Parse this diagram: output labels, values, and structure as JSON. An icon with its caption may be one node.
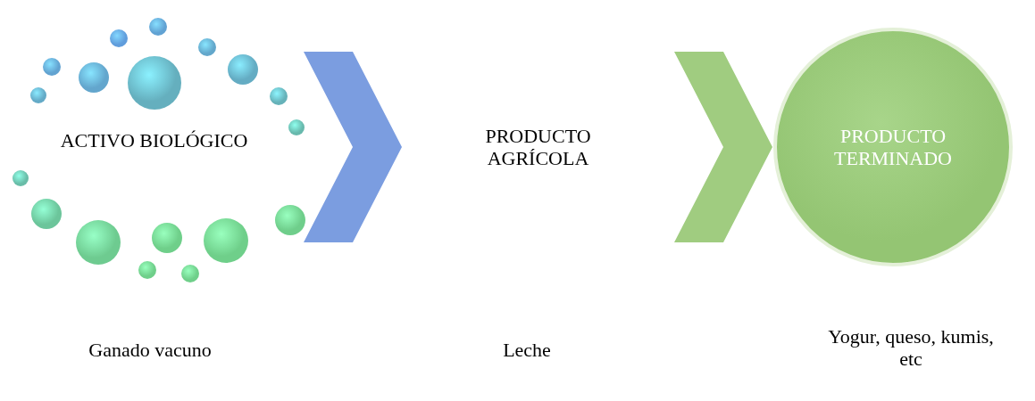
{
  "diagram": {
    "nodes": [
      {
        "text": [
          "ACTIVO BIOLÓGICO"
        ]
      },
      {
        "text": [
          "PRODUCTO AGRÍCOLA"
        ]
      },
      {
        "text": [
          "PRODUCTO TERMINADO"
        ]
      }
    ],
    "edges": [
      {
        "from": 0,
        "to": 1,
        "arrow": "to",
        "color": "#7b9de0"
      },
      {
        "from": 1,
        "to": 2,
        "arrow": "to",
        "color": "#a0cc80"
      }
    ],
    "labels": [
      "Ganado vacuno",
      "Leche",
      "Yogur, queso, kumis, etc"
    ]
  }
}
